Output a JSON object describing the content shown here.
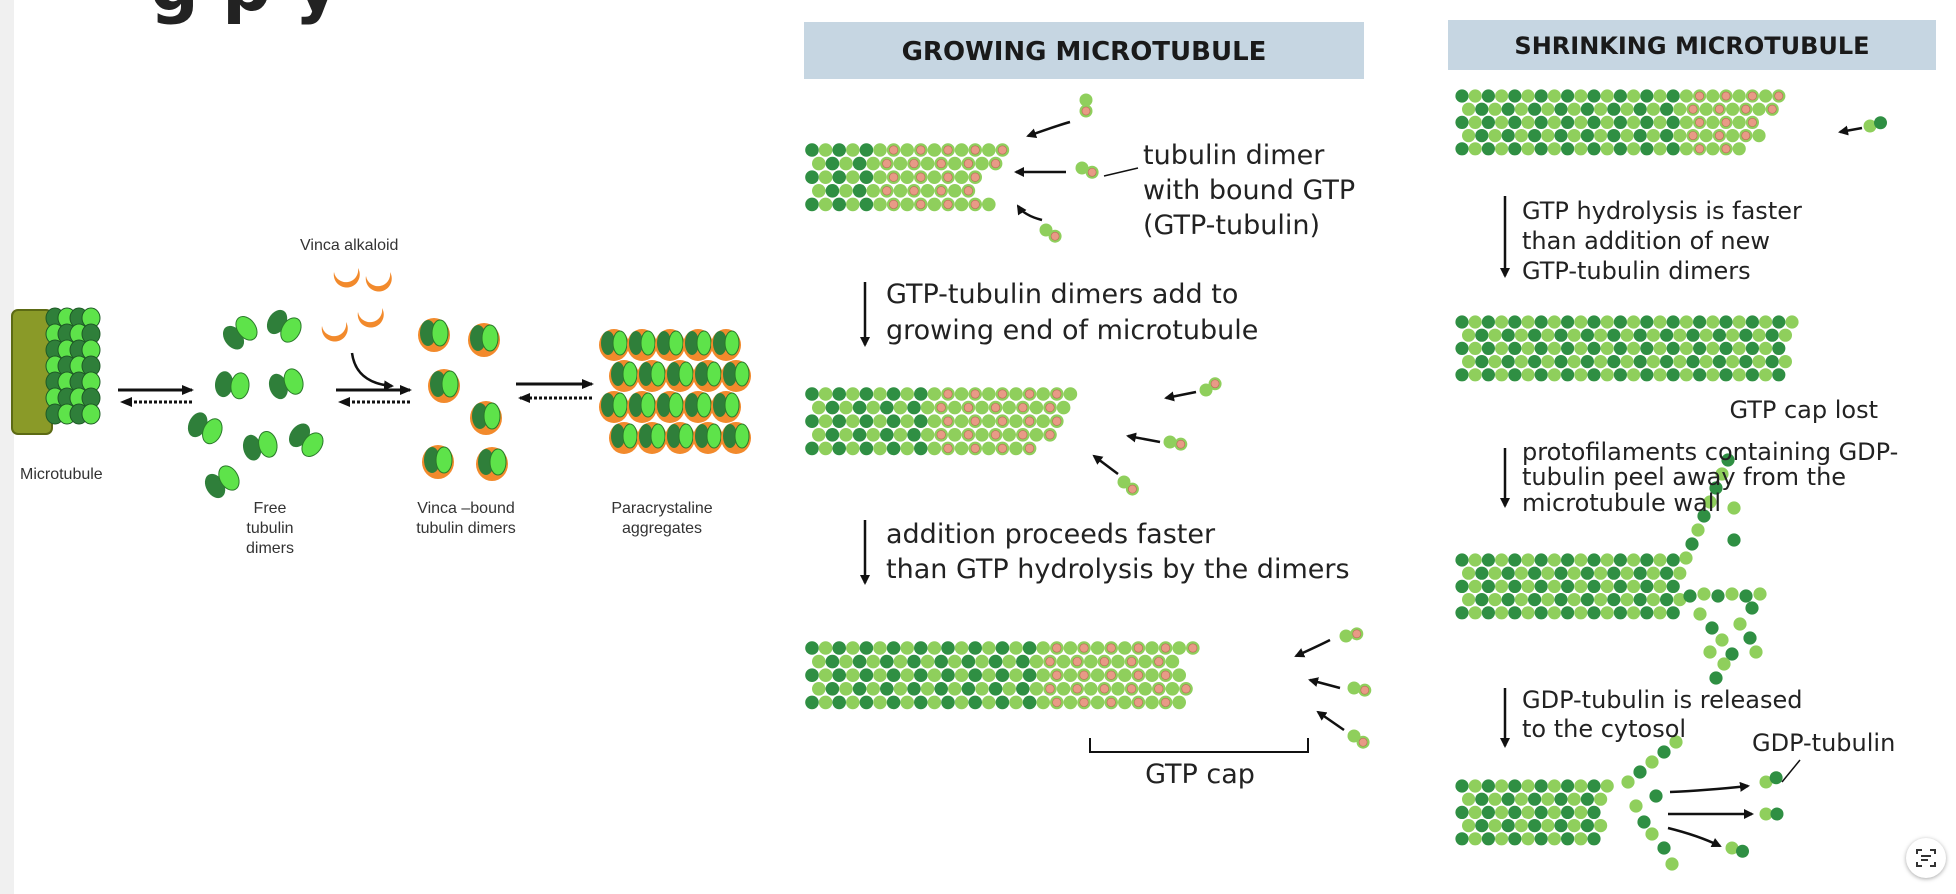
{
  "colors": {
    "light_green": "#8fcf5c",
    "dark_green": "#2f8f43",
    "gtp_pink": "#e89a86",
    "header_bg": "#c6d6e2",
    "vinca_orange": "#f28a2c",
    "bright_green": "#5ee34a",
    "olive": "#8a9a28"
  },
  "left_panel": {
    "title_fragment": "g     p    y",
    "vinca_label": "Vinca alkaloid",
    "microtubule_label": "Microtubule",
    "free_dimers_label": "Free\ntubulin\ndimers",
    "vinca_bound_label": "Vinca –bound\ntubulin dimers",
    "paracrystaline_label": "Paracrystaline\naggregates"
  },
  "growing": {
    "header": "GROWING MICROTUBULE",
    "dimer_label_1": "tubulin dimer",
    "dimer_label_2": "with bound GTP",
    "dimer_label_3": "(GTP-tubulin)",
    "step1_line1": "GTP-tubulin dimers add to",
    "step1_line2": "growing end of microtubule",
    "step2_line1": "addition proceeds faster",
    "step2_line2": "than GTP hydrolysis by the dimers",
    "gtp_cap": "GTP cap"
  },
  "shrinking": {
    "header": "SHRINKING MICROTUBULE",
    "step1_line1": "GTP hydrolysis is faster",
    "step1_line2": "than addition of new",
    "step1_line3": "GTP-tubulin dimers",
    "cap_lost": "GTP cap lost",
    "step2_line1": "protofilaments containing GDP-",
    "step2_line2": "tubulin peel away from the",
    "step2_line3": "microtubule wall",
    "step3_line1": "GDP-tubulin is released",
    "step3_line2": "to the cytosol",
    "gdp_label": "GDP-tubulin"
  },
  "toolbar": {
    "lens_icon": "text-scan-icon"
  }
}
